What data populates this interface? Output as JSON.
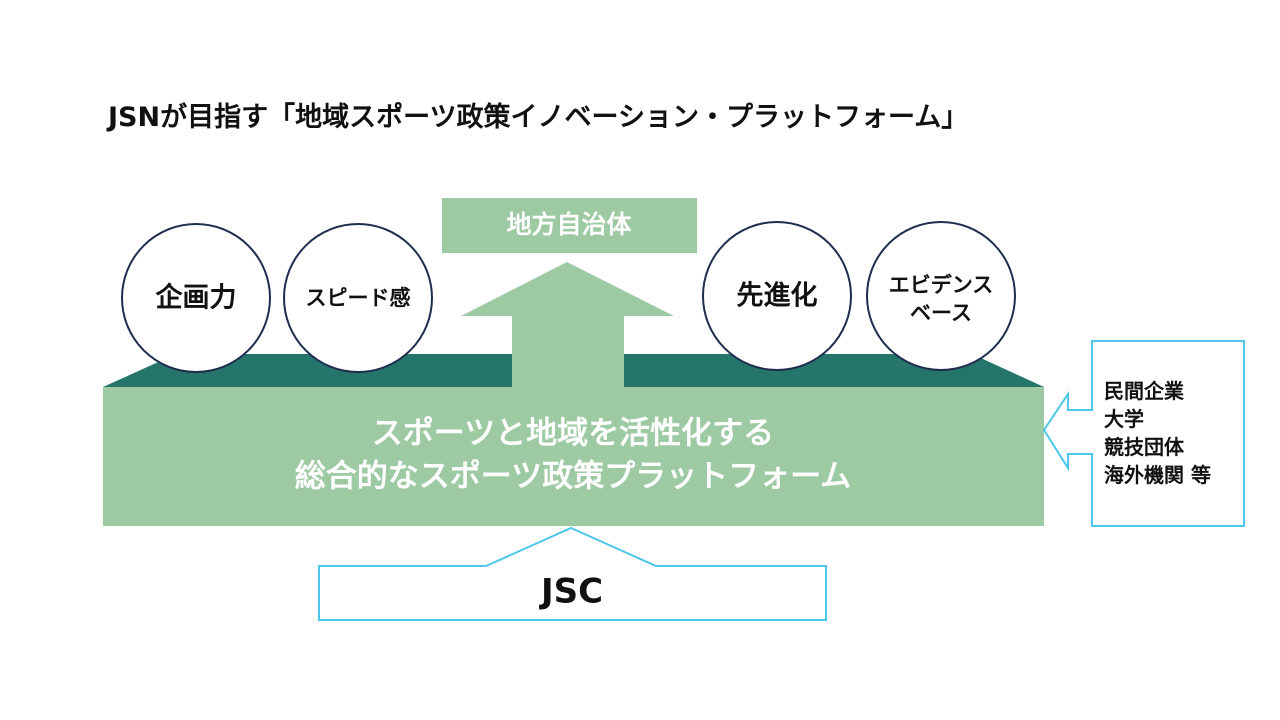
{
  "title": "JSNが目指す「地域スポーツ政策イノベーション・プラットフォーム」",
  "top_box": "地方自治体",
  "circles": {
    "planning": "企画力",
    "speed": "スピード感",
    "advanced": "先進化",
    "evidence": [
      "エビデンス",
      "ベース"
    ]
  },
  "platform": {
    "line1": "スポーツと地域を活性化する",
    "line2": "総合的なスポーツ政策プラットフォーム"
  },
  "bottom_box": "JSC",
  "side_box": [
    "民間企業",
    "大学",
    "競技団体",
    "海外機関 等"
  ],
  "colors": {
    "light_green": "#9DC9A3",
    "dark_teal": "#25756B",
    "navy": "#1F2D4F",
    "cyan_outline": "#4EC6EA"
  }
}
